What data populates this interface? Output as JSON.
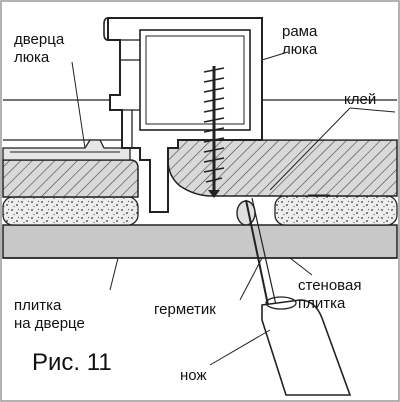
{
  "labels": {
    "door_line1": "дверца",
    "door_line2": "люка",
    "frame_line1": "рама",
    "frame_line2": "люка",
    "glue": "клей",
    "door_tile_line1": "плитка",
    "door_tile_line2": "на дверце",
    "sealant": "герметик",
    "wall_tile_line1": "стеновая",
    "wall_tile_line2": "плитка",
    "knife": "нож"
  },
  "caption": "Рис. 11"
}
